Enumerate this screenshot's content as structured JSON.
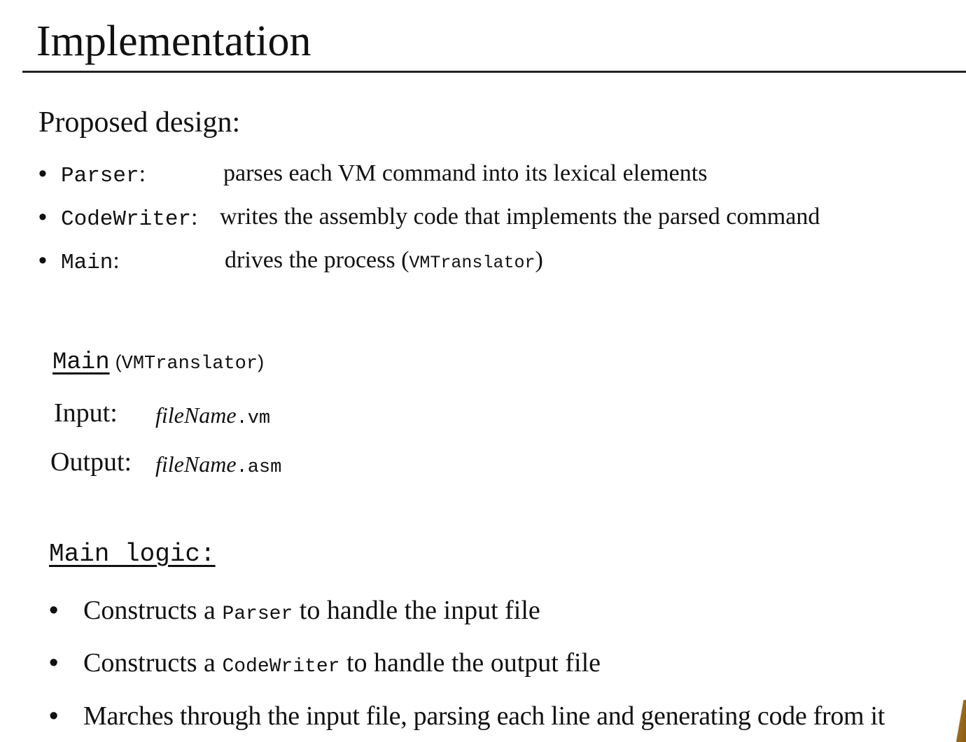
{
  "title": "Implementation",
  "design": {
    "label": "Proposed design:",
    "items": [
      {
        "bullet": "•",
        "name": "Parser",
        "suffix": ":",
        "description": "parses each VM command into its lexical elements"
      },
      {
        "bullet": "•",
        "name": "CodeWriter",
        "suffix": ":",
        "description": "writes the assembly code that implements the parsed command"
      },
      {
        "bullet": "•",
        "name": "Main",
        "suffix": ":",
        "description_prefix": "drives the process (",
        "description_code": "VMTranslator",
        "description_suffix": ")"
      }
    ]
  },
  "main": {
    "heading": "Main",
    "heading_paren_open": "(",
    "heading_code": "VMTranslator",
    "heading_paren_close": ")",
    "input_label": "Input:",
    "input_name": "fileName",
    "input_ext": ".vm",
    "output_label": "Output:",
    "output_name": "fileName",
    "output_ext": ".asm"
  },
  "logic": {
    "heading": "Main logic:",
    "items": [
      {
        "bullet": "•",
        "prefix": "Constructs a ",
        "code": "Parser",
        "suffix": " to handle the input file"
      },
      {
        "bullet": "•",
        "prefix": "Constructs a ",
        "code": "CodeWriter",
        "suffix": " to handle the output file"
      },
      {
        "bullet": "•",
        "text": "Marches through the input file, parsing each line and generating code from it"
      }
    ]
  }
}
